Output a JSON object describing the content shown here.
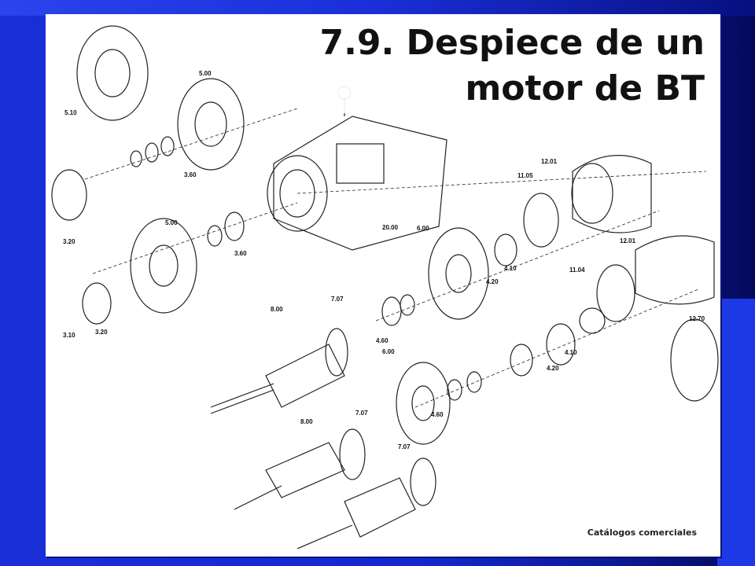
{
  "slide": {
    "title_line1": "7.9. Despiece de un",
    "title_line2": "motor de BT",
    "credit": "Catálogos comerciales"
  },
  "diagram": {
    "part_labels": [
      "5.10",
      "5.00",
      "3.60",
      "3.20",
      "5.00",
      "3.60",
      "3.20",
      "3.10",
      "20.00",
      "6.00",
      "12.01",
      "11.05",
      "4.10",
      "4.20",
      "12.01",
      "11.04",
      "8.00",
      "7.07",
      "4.60",
      "6.00",
      "4.10",
      "4.20",
      "12.70",
      "8.00",
      "7.07",
      "4.60",
      "7.07"
    ]
  },
  "colors": {
    "background_blue": "#1a2fd8",
    "frame": "#ffffff",
    "ink": "#111111"
  }
}
